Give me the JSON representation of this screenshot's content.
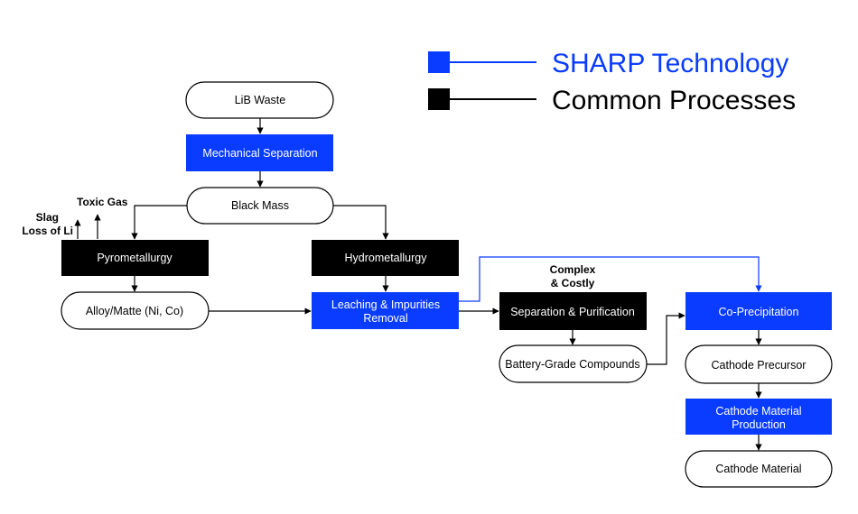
{
  "colors": {
    "blue": "#0a3cff",
    "black": "#000000",
    "white": "#ffffff"
  },
  "legend": {
    "sharp": "SHARP Technology",
    "common": "Common Processes"
  },
  "nodes": {
    "lib_waste": "LiB Waste",
    "mechanical_separation": "Mechanical Separation",
    "black_mass": "Black Mass",
    "pyrometallurgy": "Pyrometallurgy",
    "hydrometallurgy": "Hydrometallurgy",
    "alloy_matte": "Alloy/Matte (Ni, Co)",
    "leaching_line1": "Leaching & Impurities",
    "leaching_line2": "Removal",
    "separation_purification": "Separation & Purification",
    "battery_grade": "Battery-Grade Compounds",
    "co_precipitation": "Co-Precipitation",
    "cathode_precursor": "Cathode Precursor",
    "cathode_production_line1": "Cathode Material",
    "cathode_production_line2": "Production",
    "cathode_material": "Cathode Material"
  },
  "notes": {
    "toxic_gas": "Toxic Gas",
    "slag": "Slag",
    "loss_of_li": "Loss of Li",
    "complex": "Complex",
    "costly": "& Costly"
  }
}
